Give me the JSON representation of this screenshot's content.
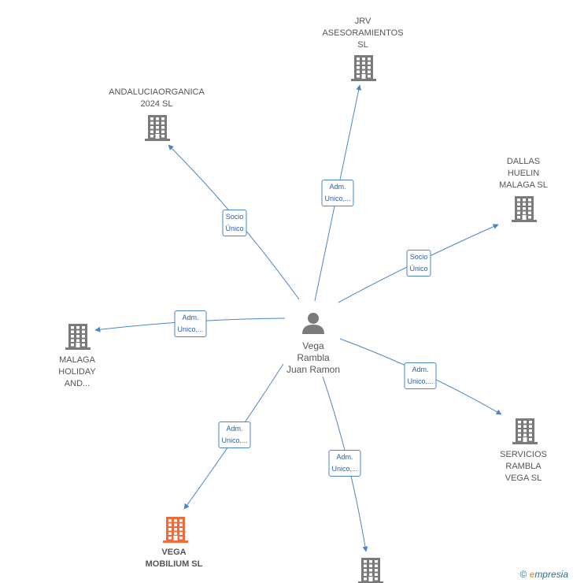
{
  "colors": {
    "edge": "#4a86c8",
    "building": "#7a7a7a",
    "building_highlight": "#f06a3a",
    "person": "#7a7a7a"
  },
  "center": {
    "icon": "person-icon",
    "lines": [
      "Vega",
      "Rambla",
      "Juan Ramon"
    ]
  },
  "nodes": [
    {
      "id": "jrv",
      "icon": "building-icon",
      "lines": [
        "JRV",
        "ASESORAMIENTOS",
        "SL"
      ]
    },
    {
      "id": "andalucia",
      "icon": "building-icon",
      "lines": [
        "ANDALUCIAORGANICA",
        "2024  SL"
      ]
    },
    {
      "id": "dallas",
      "icon": "building-icon",
      "lines": [
        "DALLAS",
        "HUELIN",
        "MALAGA  SL"
      ]
    },
    {
      "id": "malaga",
      "icon": "building-icon",
      "lines": [
        "MALAGA",
        "HOLIDAY",
        "AND..."
      ]
    },
    {
      "id": "servicios",
      "icon": "building-icon",
      "lines": [
        "SERVICIOS",
        "RAMBLA",
        "VEGA  SL"
      ]
    },
    {
      "id": "vega_mobilium",
      "icon": "building-icon",
      "highlight": true,
      "lines": [
        "VEGA",
        "MOBILIUM  SL"
      ]
    },
    {
      "id": "bottom",
      "icon": "building-icon",
      "lines": []
    }
  ],
  "edges": [
    {
      "to": "jrv",
      "lines": [
        "Adm.",
        "Unico,..."
      ]
    },
    {
      "to": "andalucia",
      "lines": [
        "Socio",
        "Único"
      ]
    },
    {
      "to": "dallas",
      "lines": [
        "Socio",
        "Único"
      ]
    },
    {
      "to": "malaga",
      "lines": [
        "Adm.",
        "Unico,..."
      ]
    },
    {
      "to": "servicios",
      "lines": [
        "Adm.",
        "Unico,..."
      ]
    },
    {
      "to": "vega_mobilium",
      "lines": [
        "Adm.",
        "Unico,..."
      ]
    },
    {
      "to": "bottom",
      "lines": [
        "Adm.",
        "Unico,..."
      ]
    }
  ],
  "watermark": {
    "copyright": "©",
    "brand_first": "e",
    "brand_rest": "mpresia"
  }
}
